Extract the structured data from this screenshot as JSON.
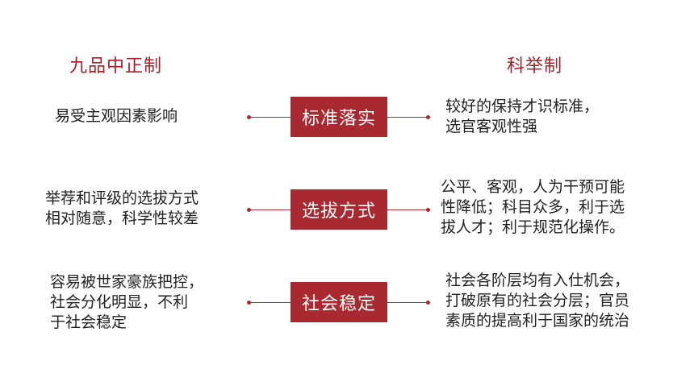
{
  "headers": {
    "left": "九品中正制",
    "right": "科举制"
  },
  "rows": [
    {
      "label": "标准落实",
      "left_lines": [
        "易受主观因素影响"
      ],
      "right_lines": [
        "较好的保持才识标准，",
        "选官客观性强"
      ]
    },
    {
      "label": "选拔方式",
      "left_lines": [
        "举荐和评级的选拔方式",
        "相对随意，科学性较差"
      ],
      "right_lines": [
        "公平、客观，人为干预可能",
        "性降低；科目众多，利于选",
        "拔人才；利于规范化操作。"
      ]
    },
    {
      "label": "社会稳定",
      "left_lines": [
        "容易被世家豪族把控，",
        "社会分化明显，不利",
        "于社会稳定"
      ],
      "right_lines": [
        "社会各阶层均有入仕机会，",
        "打破原有的社会分层；官员",
        "素质的提高利于国家的统治"
      ]
    }
  ],
  "colors": {
    "accent": "#a82a30",
    "title": "#a5202a"
  }
}
